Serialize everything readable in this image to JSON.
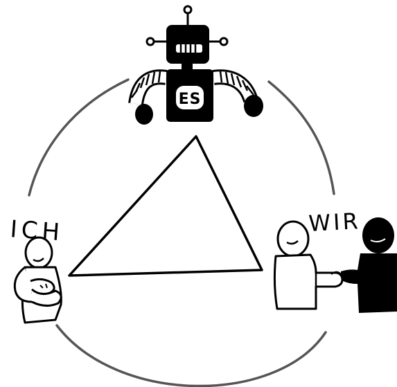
{
  "labels": {
    "ich": "ICH",
    "wir": "WIR",
    "es": "ES"
  },
  "colors": {
    "ink": "#000000",
    "paper": "#ffffff",
    "circle": "#555555"
  },
  "icons": [
    "robot-icon",
    "person-icon",
    "two-people-handshake-icon"
  ]
}
